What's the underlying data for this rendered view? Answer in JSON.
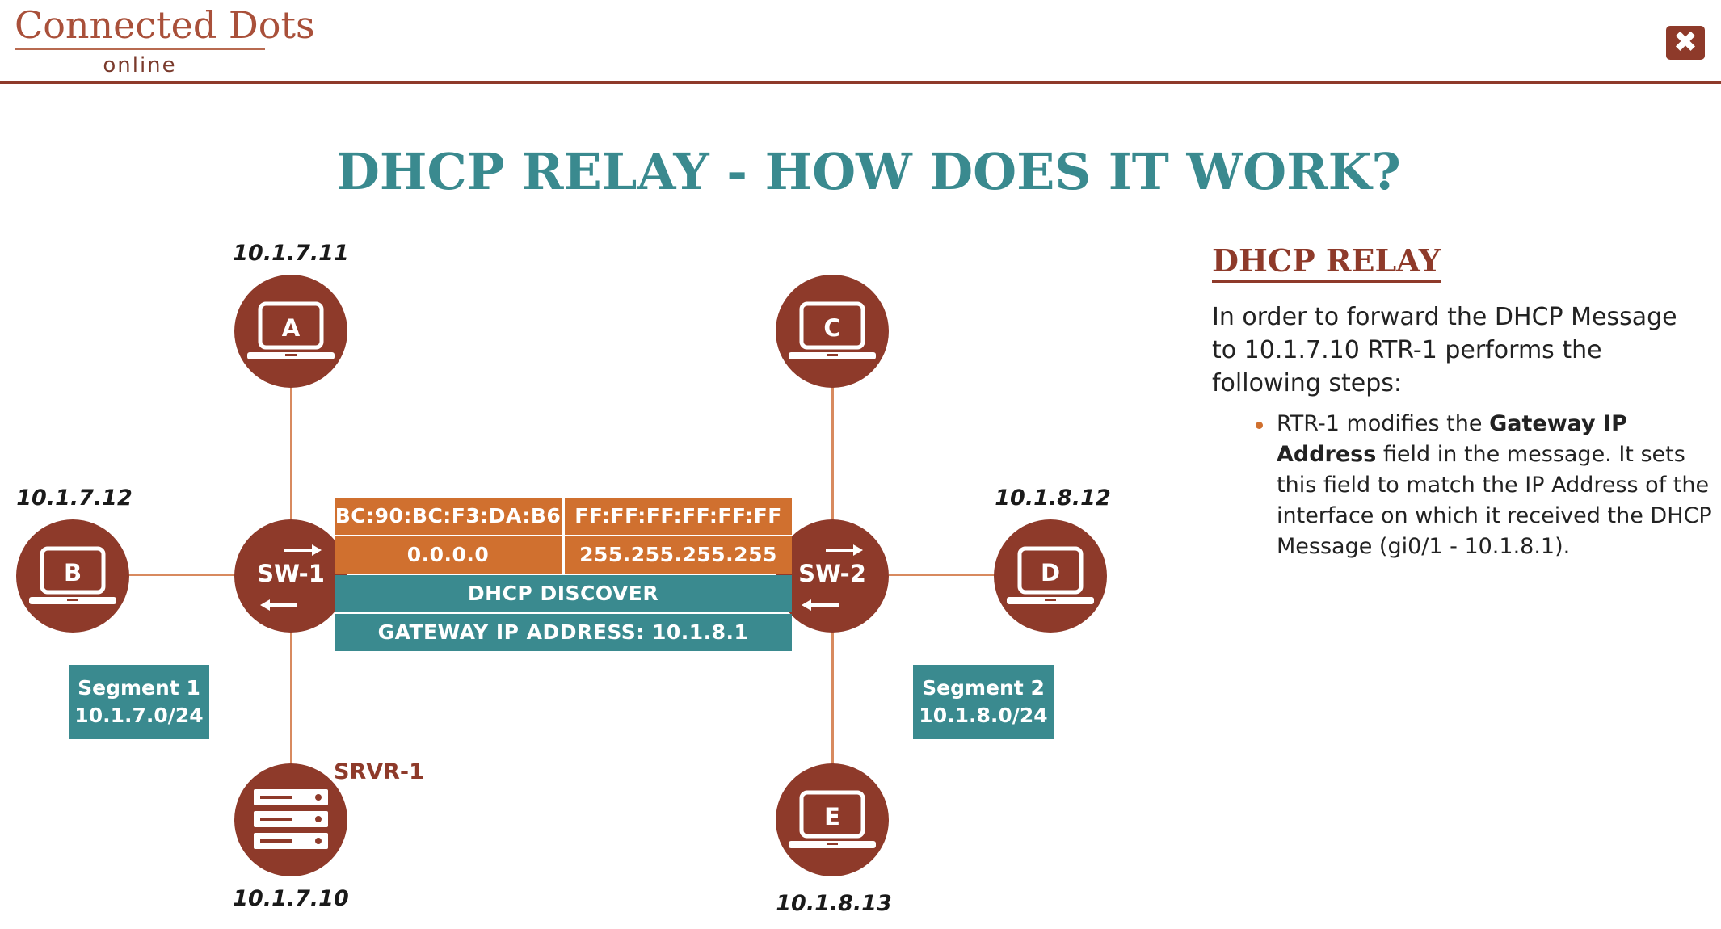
{
  "header": {
    "logo_main": "Connected Dots",
    "logo_sub": "online",
    "close_label": "✖"
  },
  "title": "DHCP RELAY - HOW DOES IT WORK?",
  "diagram": {
    "nodes": {
      "a": "A",
      "b": "B",
      "c": "C",
      "d": "D",
      "e": "E",
      "sw1": "SW-1",
      "sw2": "SW-2",
      "srvr": "SRVR-1"
    },
    "ips": {
      "a": "10.1.7.11",
      "b": "10.1.7.12",
      "srvr": "10.1.7.10",
      "d": "10.1.8.12",
      "e": "10.1.8.13"
    },
    "segments": [
      {
        "name": "Segment 1",
        "net": "10.1.7.0/24"
      },
      {
        "name": "Segment 2",
        "net": "10.1.8.0/24"
      }
    ],
    "packet": {
      "src_mac": "BC:90:BC:F3:DA:B6",
      "dst_mac": "FF:FF:FF:FF:FF:FF",
      "src_ip": "0.0.0.0",
      "dst_ip": "255.255.255.255",
      "type": "DHCP DISCOVER",
      "gateway": "GATEWAY IP ADDRESS: 10.1.8.1"
    },
    "colors": {
      "node": "#8e3a2a",
      "link": "#d88a5f",
      "orange": "#d0702f",
      "teal": "#3a8a8f"
    }
  },
  "side": {
    "title": "DHCP RELAY",
    "intro": "In order to forward the DHCP Message to 10.1.7.10 RTR-1 performs the following steps:",
    "bullet_pre": "RTR-1 modifies the ",
    "bullet_bold": "Gateway IP Address",
    "bullet_post": " field in the message. It sets this field to match the IP Address of the interface on which it received the DHCP Message (gi0/1 - 10.1.8.1)."
  }
}
